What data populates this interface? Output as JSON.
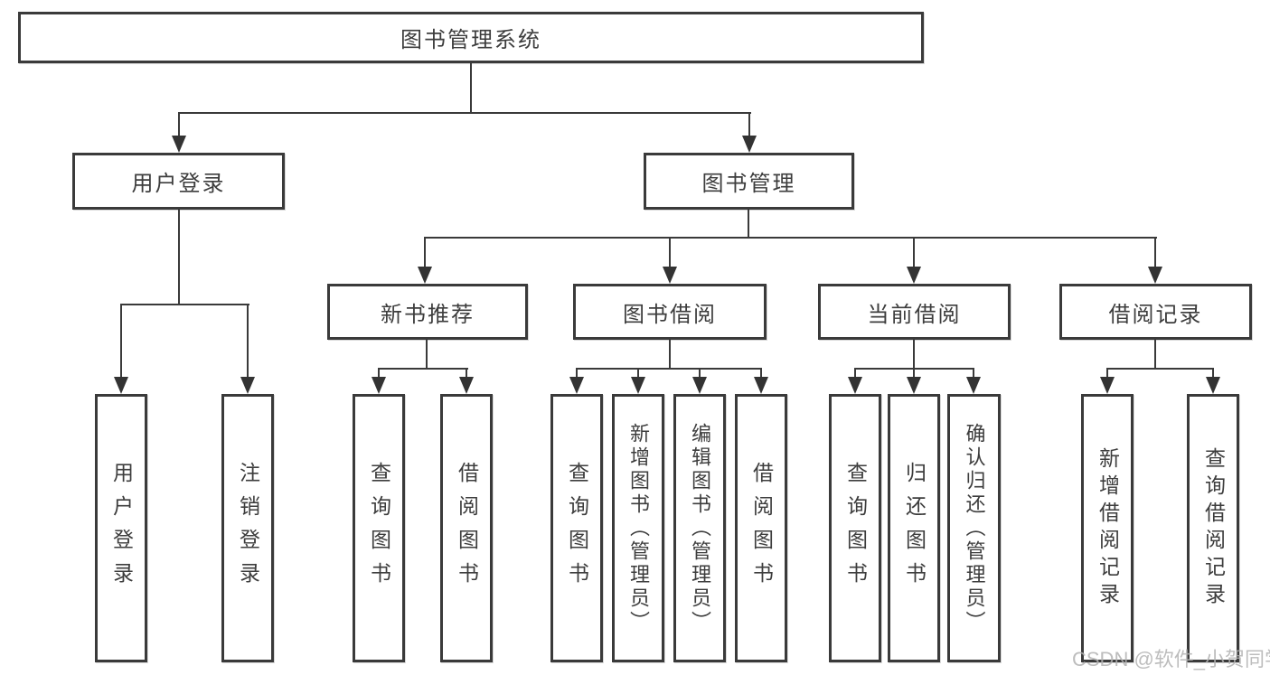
{
  "diagram_title": "图书管理系统",
  "nodes": {
    "root": "图书管理系统",
    "user_login": "用户登录",
    "book_mgmt": "图书管理",
    "new_book_rec": "新书推荐",
    "book_borrow": "图书借阅",
    "current_borrow": "当前借阅",
    "borrow_records": "借阅记录",
    "leaf_user_login": "用户登录",
    "leaf_logout": "注销登录",
    "leaf_rec_query_book": "查询图书",
    "leaf_rec_borrow_book": "借阅图书",
    "leaf_bb_query_book": "查询图书",
    "leaf_bb_add_book": "新增图书（管理员）",
    "leaf_bb_edit_book": "编辑图书（管理员）",
    "leaf_bb_borrow_book": "借阅图书",
    "leaf_cb_query_book": "查询图书",
    "leaf_cb_return_book": "归还图书",
    "leaf_cb_confirm_return": "确认归还（管理员）",
    "leaf_br_add_record": "新增借阅记录",
    "leaf_br_query_record": "查询借阅记录"
  },
  "watermark": "CSDN @软件_小贺同学",
  "colors": {
    "line": "#3a3a3a",
    "text": "#3d3d3d",
    "box_background": "#ffffff",
    "watermark": "#b2b2b2",
    "page_background": "#ffffff"
  }
}
